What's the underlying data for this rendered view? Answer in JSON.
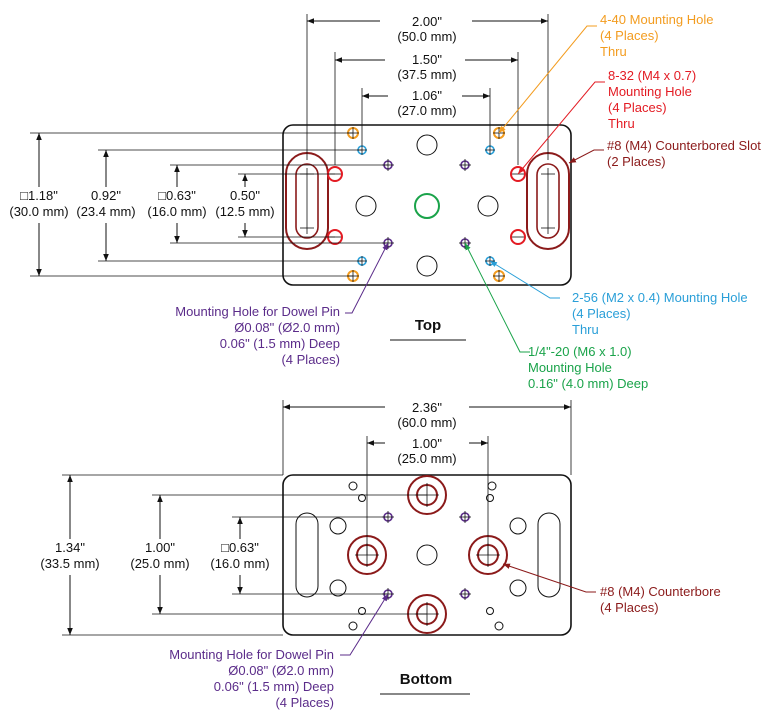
{
  "colors": {
    "orange": "#f39c1f",
    "red": "#e31b23",
    "darkred": "#8b1a1a",
    "blue": "#2a9fd8",
    "purple": "#5b2c8a",
    "green": "#1aa34a",
    "black": "#111111"
  },
  "top_view": {
    "title": "Top",
    "dims": {
      "w200": [
        "2.00\"",
        "(50.0 mm)"
      ],
      "w150": [
        "1.50\"",
        "(37.5 mm)"
      ],
      "w106": [
        "1.06\"",
        "(27.0 mm)"
      ],
      "h118": [
        "□1.18\"",
        "(30.0 mm)"
      ],
      "h092": [
        "0.92\"",
        "(23.4 mm)"
      ],
      "h063": [
        "□0.63\"",
        "(16.0 mm)"
      ],
      "h050": [
        "0.50\"",
        "(12.5 mm)"
      ]
    },
    "callouts": {
      "c440": [
        "4-40 Mounting Hole",
        "(4 Places)",
        "Thru"
      ],
      "c832": [
        "8-32 (M4 x 0.7)",
        "Mounting Hole",
        "(4 Places)",
        "Thru"
      ],
      "cslot": [
        "#8 (M4) Counterbored Slot",
        "(2 Places)"
      ],
      "c256": [
        "2-56 (M2 x 0.4) Mounting Hole",
        "(4 Places)",
        "Thru"
      ],
      "c14": [
        "1/4\"-20 (M6 x 1.0)",
        "Mounting Hole",
        "0.16\" (4.0 mm) Deep"
      ],
      "cdowel": [
        "Mounting Hole for Dowel Pin",
        "Ø0.08\" (Ø2.0 mm)",
        "0.06\" (1.5 mm) Deep",
        "(4 Places)"
      ]
    }
  },
  "bottom_view": {
    "title": "Bottom",
    "dims": {
      "w236": [
        "2.36\"",
        "(60.0 mm)"
      ],
      "w100": [
        "1.00\"",
        "(25.0 mm)"
      ],
      "h134": [
        "1.34\"",
        "(33.5 mm)"
      ],
      "h100": [
        "1.00\"",
        "(25.0 mm)"
      ],
      "h063": [
        "□0.63\"",
        "(16.0 mm)"
      ]
    },
    "callouts": {
      "ccb": [
        "#8 (M4) Counterbore",
        "(4 Places)"
      ],
      "cdowel": [
        "Mounting Hole for Dowel Pin",
        "Ø0.08\" (Ø2.0 mm)",
        "0.06\" (1.5 mm) Deep",
        "(4 Places)"
      ]
    }
  }
}
